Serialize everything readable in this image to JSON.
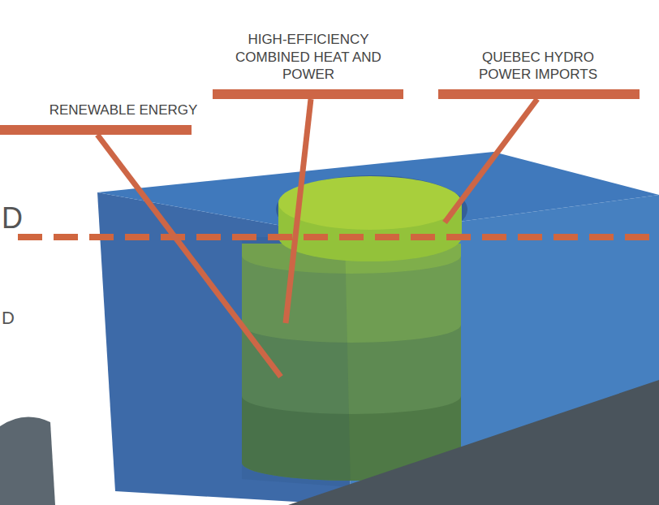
{
  "diagram": {
    "labels": [
      "RENEWABLE ENERGY",
      "HIGH-EFFICIENCY COMBINED HEAT AND POWER",
      "QUEBEC HYDRO POWER IMPORTS",
      "D",
      "D"
    ]
  }
}
